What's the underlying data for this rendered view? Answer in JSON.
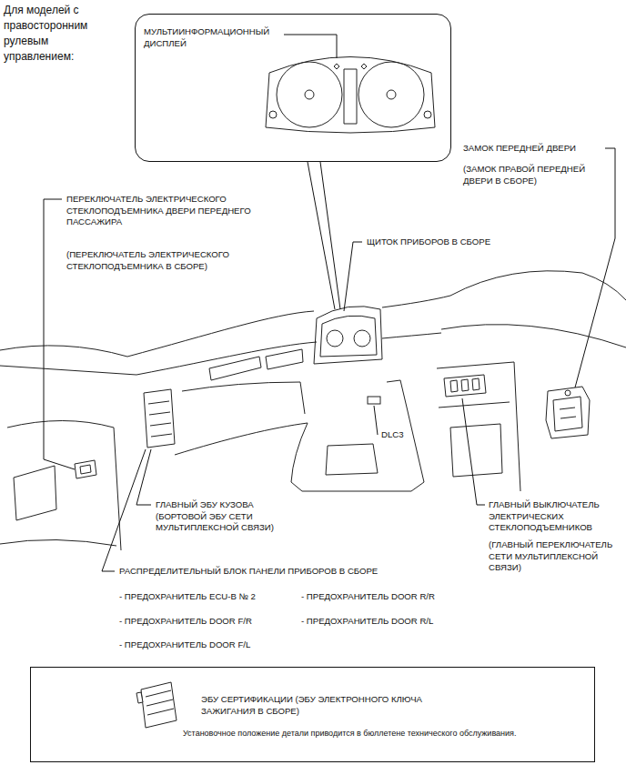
{
  "diagram": {
    "title": "Для моделей с правосторонним рулевым управлением:",
    "nodes": [
      {
        "text": [
          "МУЛЬТИИНФОРМАЦИОННЫЙ ДИСПЛЕЙ"
        ]
      },
      {
        "text": [
          "ЭБУ СЕРТИФИКАЦИИ (ЭБУ ЭЛЕКТРОННОГО КЛЮЧА ЗАЖИГАНИЯ В СБОРЕ)",
          "Установочное положение детали приводится в бюллетене технического обслуживания."
        ]
      }
    ],
    "labels": [
      "ПЕРЕКЛЮЧАТЕЛЬ ЭЛЕКТРИЧЕСКОГО СТЕКЛОПОДЪЕМНИКА ДВЕРИ ПЕРЕДНЕГО ПАССАЖИРА",
      "(ПЕРЕКЛЮЧАТЕЛЬ ЭЛЕКТРИЧЕСКОГО СТЕКЛОПОДЪЕМНИКА В СБОРЕ)",
      "ЩИТОК ПРИБОРОВ В СБОРЕ",
      "ЗАМОК ПЕРЕДНЕЙ ДВЕРИ",
      "(ЗАМОК ПРАВОЙ ПЕРЕДНЕЙ ДВЕРИ В СБОРЕ)",
      "DLC3",
      "ГЛАВНЫЙ ЭБУ КУЗОВА (БОРТОВОЙ ЭБУ СЕТИ МУЛЬТИПЛЕКСНОЙ СВЯЗИ)",
      "ГЛАВНЫЙ ВЫКЛЮЧАТЕЛЬ ЭЛЕКТРИЧЕСКИХ СТЕКЛОПОДЪЕМНИКОВ",
      "(ГЛАВНЫЙ ПЕРЕКЛЮЧАТЕЛЬ СЕТИ МУЛЬТИПЛЕКСНОЙ СВЯЗИ)",
      "РАСПРЕДЕЛИТЕЛЬНЫЙ БЛОК ПАНЕЛИ ПРИБОРОВ В СБОРЕ",
      "- ПРЕДОХРАНИТЕЛЬ ECU-B № 2",
      "- ПРЕДОХРАНИТЕЛЬ DOOR F/R",
      "- ПРЕДОХРАНИТЕЛЬ DOOR F/L",
      "- ПРЕДОХРАНИТЕЛЬ DOOR R/R",
      "- ПРЕДОХРАНИТЕЛЬ DOOR R/L"
    ]
  }
}
